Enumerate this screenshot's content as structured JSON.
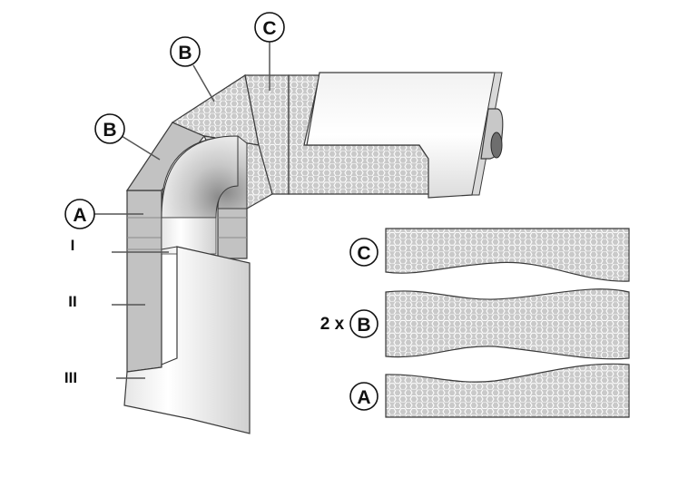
{
  "labels": {
    "a": "A",
    "b": "B",
    "c": "C"
  },
  "layers": {
    "i": "I",
    "ii": "II",
    "iii": "III"
  },
  "pieces": {
    "c_label": "C",
    "b_label": "B",
    "a_label": "A",
    "b_count": "2 x"
  },
  "colors": {
    "insulation_fill": "#c9c9c9",
    "hex_stroke": "#ffffff",
    "block_fill": "#c2c2c2",
    "pipe_light": "#f4f4f4",
    "pipe_dark": "#9a9a9a",
    "outline": "#3a3a3a"
  }
}
